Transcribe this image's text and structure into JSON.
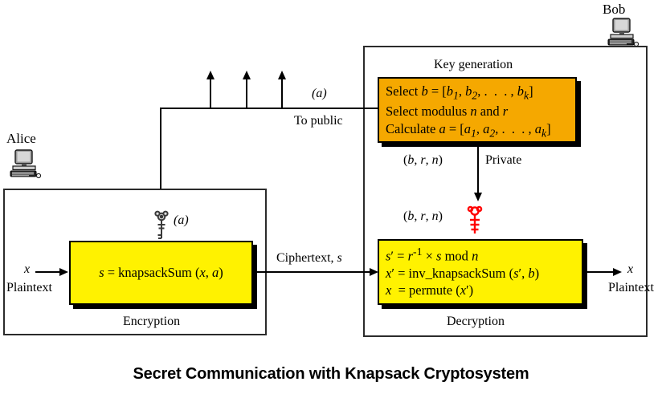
{
  "title": "Secret Communication with Knapsack Cryptosystem",
  "actors": {
    "alice": {
      "label": "Alice",
      "icon": "computer-icon"
    },
    "bob": {
      "label": "Bob",
      "icon": "computer-icon"
    }
  },
  "bob_panel": {
    "key_generation": {
      "caption": "Key generation",
      "lines": [
        "Select b = [b1, b2, . . . , bk]",
        "Select modulus n and r",
        "Calculate a = [a1, a2, . . . , ak]"
      ],
      "box_color": "#F5A800"
    },
    "decryption": {
      "caption": "Decryption",
      "lines": [
        "s' = r-1 × s mod n",
        "x' = inv_knapsackSum (s', b)",
        "x  = permute (x')"
      ],
      "box_color": "#FFF200"
    },
    "private_channel": {
      "arrow_label": "Private",
      "key_params_top": "(b, r, n)",
      "key_params_bottom": "(b, r, n)",
      "key_icon": "key-icon-red",
      "key_color": "#FF0000"
    }
  },
  "alice_panel": {
    "encryption": {
      "caption": "Encryption",
      "lines": [
        "s = knapsackSum (x, a)"
      ],
      "box_color": "#FFF200"
    },
    "public_key_marker": "(a)",
    "key_icon": "key-icon-gray",
    "input": {
      "symbol": "x",
      "label": "Plaintext"
    }
  },
  "output": {
    "symbol": "x",
    "label": "Plaintext"
  },
  "public_channel": {
    "key_label": "(a)",
    "destination_label": "To public",
    "fanout_arrows": 3
  },
  "ciphertext_channel": {
    "label": "Ciphertext, s"
  }
}
